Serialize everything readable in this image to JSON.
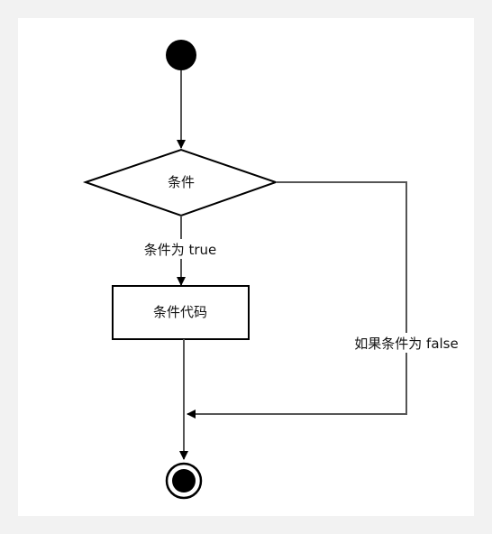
{
  "diagram": {
    "decision_label": "条件",
    "true_label": "条件为 true",
    "process_label": "条件代码",
    "false_label": "如果条件为 false"
  },
  "colors": {
    "line": "#555555",
    "node_stroke": "#000000",
    "fill": "#000000",
    "background": "#f2f2f2",
    "card": "#ffffff"
  }
}
